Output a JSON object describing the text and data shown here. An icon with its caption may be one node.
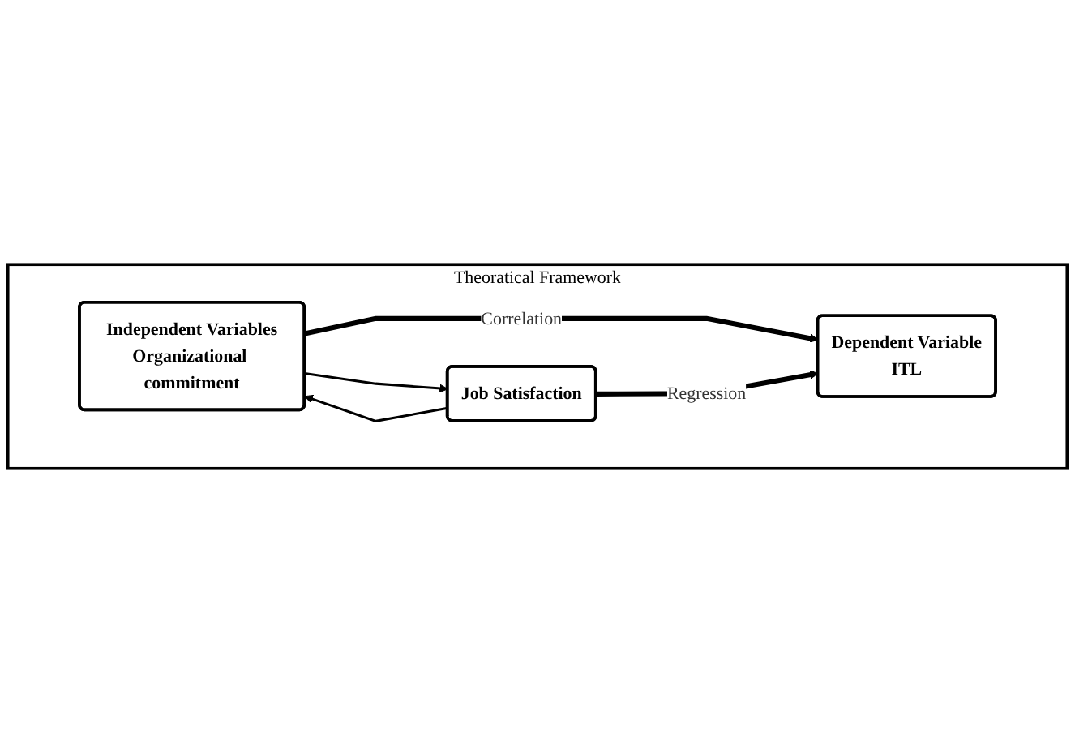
{
  "diagram": {
    "nodes": [
      {
        "text": [
          "Theoratical Framework"
        ]
      },
      {
        "text": [
          "Independent Variables",
          "Organizational commitment"
        ],
        "in": 0
      },
      {
        "text": [
          "Job Satisfaction"
        ],
        "in": 0
      },
      {
        "text": [
          "Dependent Variable",
          "ITL"
        ],
        "in": 0
      }
    ],
    "edges": [
      {
        "from": 1,
        "to": 3,
        "arrow": "to",
        "label": "Correlation",
        "style": "thick"
      },
      {
        "from": 2,
        "to": 3,
        "arrow": "to",
        "label": "Regression",
        "style": "thick"
      },
      {
        "from": 2,
        "to": 1,
        "arrow": "to"
      },
      {
        "from": 1,
        "to": 2,
        "arrow": "to"
      }
    ]
  }
}
